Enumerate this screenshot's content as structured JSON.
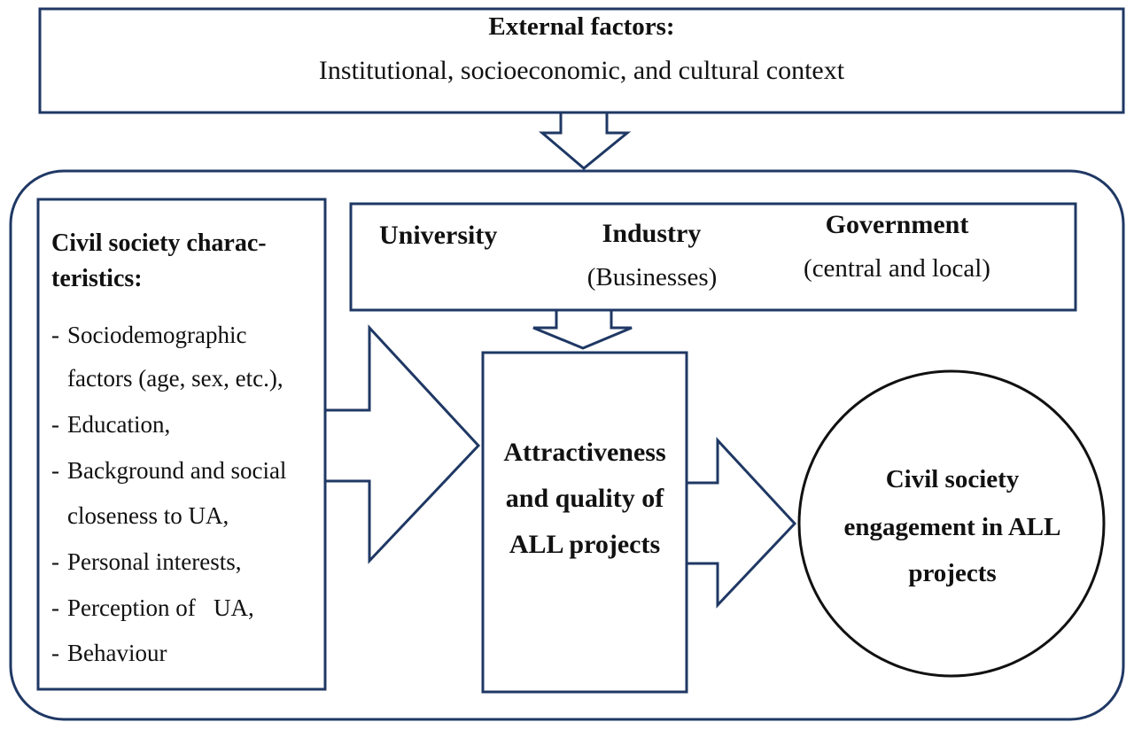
{
  "external": {
    "title": "External factors:",
    "subtitle": "Institutional, socioeconomic, and cultural context"
  },
  "civil_society": {
    "title_line1": "Civil society charac-",
    "title_line2": "teristics:",
    "items": [
      {
        "dash": "-",
        "lines": [
          "Sociodemographic",
          "factors (age, sex, etc.),"
        ]
      },
      {
        "dash": "-",
        "lines": [
          "Education,"
        ]
      },
      {
        "dash": "-",
        "lines": [
          "Background and social",
          "closeness to UA,"
        ]
      },
      {
        "dash": "-",
        "lines": [
          "Personal interests,"
        ]
      },
      {
        "dash": "-",
        "lines": [
          "Perception of   UA,"
        ]
      },
      {
        "dash": "-",
        "lines": [
          "Behaviour"
        ]
      }
    ]
  },
  "helix": {
    "university": "University",
    "industry": "Industry",
    "industry_sub": "(Businesses)",
    "government": "Government",
    "government_sub": "(central and local)"
  },
  "center_box": {
    "line1": "Attractiveness",
    "line2": "and quality of",
    "line3": "ALL projects"
  },
  "outcome": {
    "line1": "Civil society",
    "line2": "engagement in ALL",
    "line3": "projects"
  },
  "colors": {
    "border": "#1f3864",
    "circle_border": "#111111",
    "text": "#111111"
  }
}
